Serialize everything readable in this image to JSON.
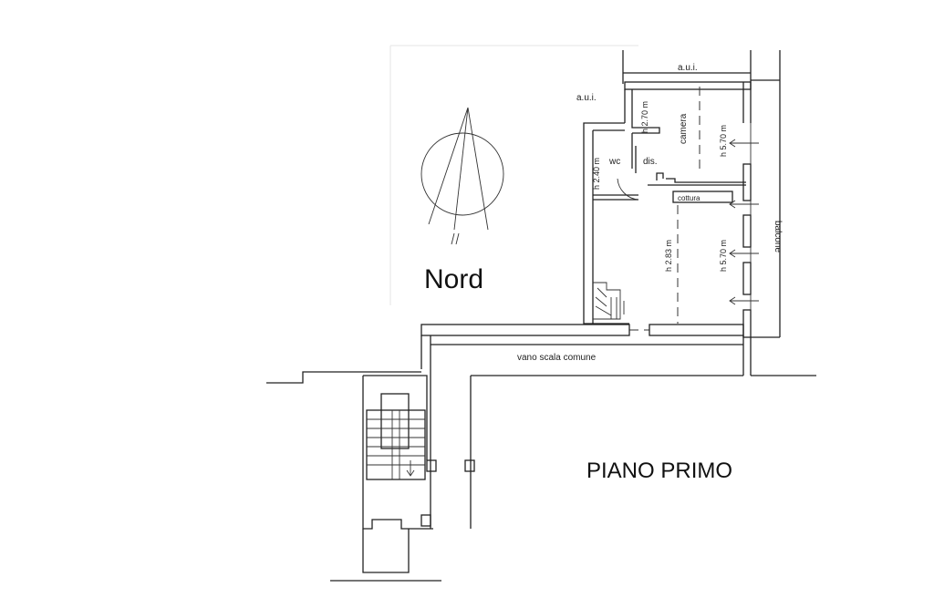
{
  "north_label": "Nord",
  "floor_title": "PIANO PRIMO",
  "labels": {
    "aui_top": "a.u.i.",
    "aui_left": "a.u.i.",
    "camera": "camera",
    "wc": "wc",
    "dis": "dis.",
    "cottura": "cottura",
    "balcone": "balcone",
    "vano_scala": "vano scala comune",
    "h_camera": "h 2.70 m",
    "h_camera_right": "h 5.70 m",
    "h_wc": "h 2.40 m",
    "h_main": "h 2.83 m",
    "h_main_right": "h 5.70 m"
  }
}
